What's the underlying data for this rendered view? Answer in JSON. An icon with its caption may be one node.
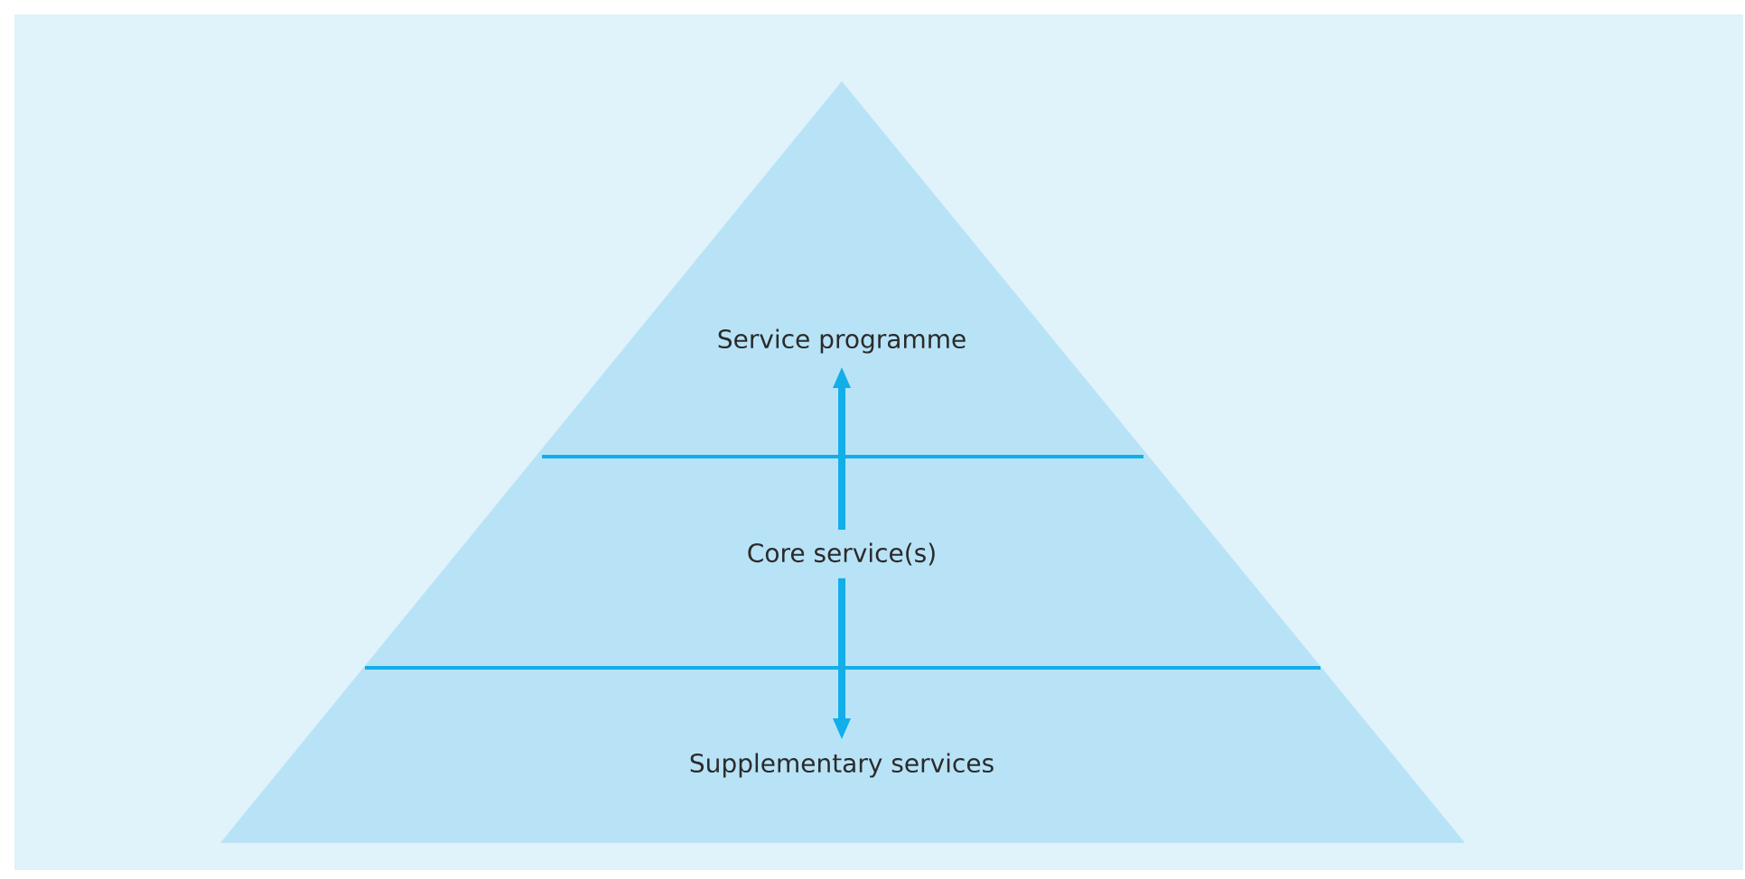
{
  "diagram": {
    "nodes": [
      {
        "text": [
          "Service programme"
        ]
      },
      {
        "text": [
          "Core service(s)"
        ]
      },
      {
        "text": [
          "Supplementary services"
        ]
      }
    ],
    "edges": [
      {
        "from": 1,
        "to": 0,
        "arrow": "to"
      },
      {
        "from": 1,
        "to": 2,
        "arrow": "to"
      }
    ]
  }
}
